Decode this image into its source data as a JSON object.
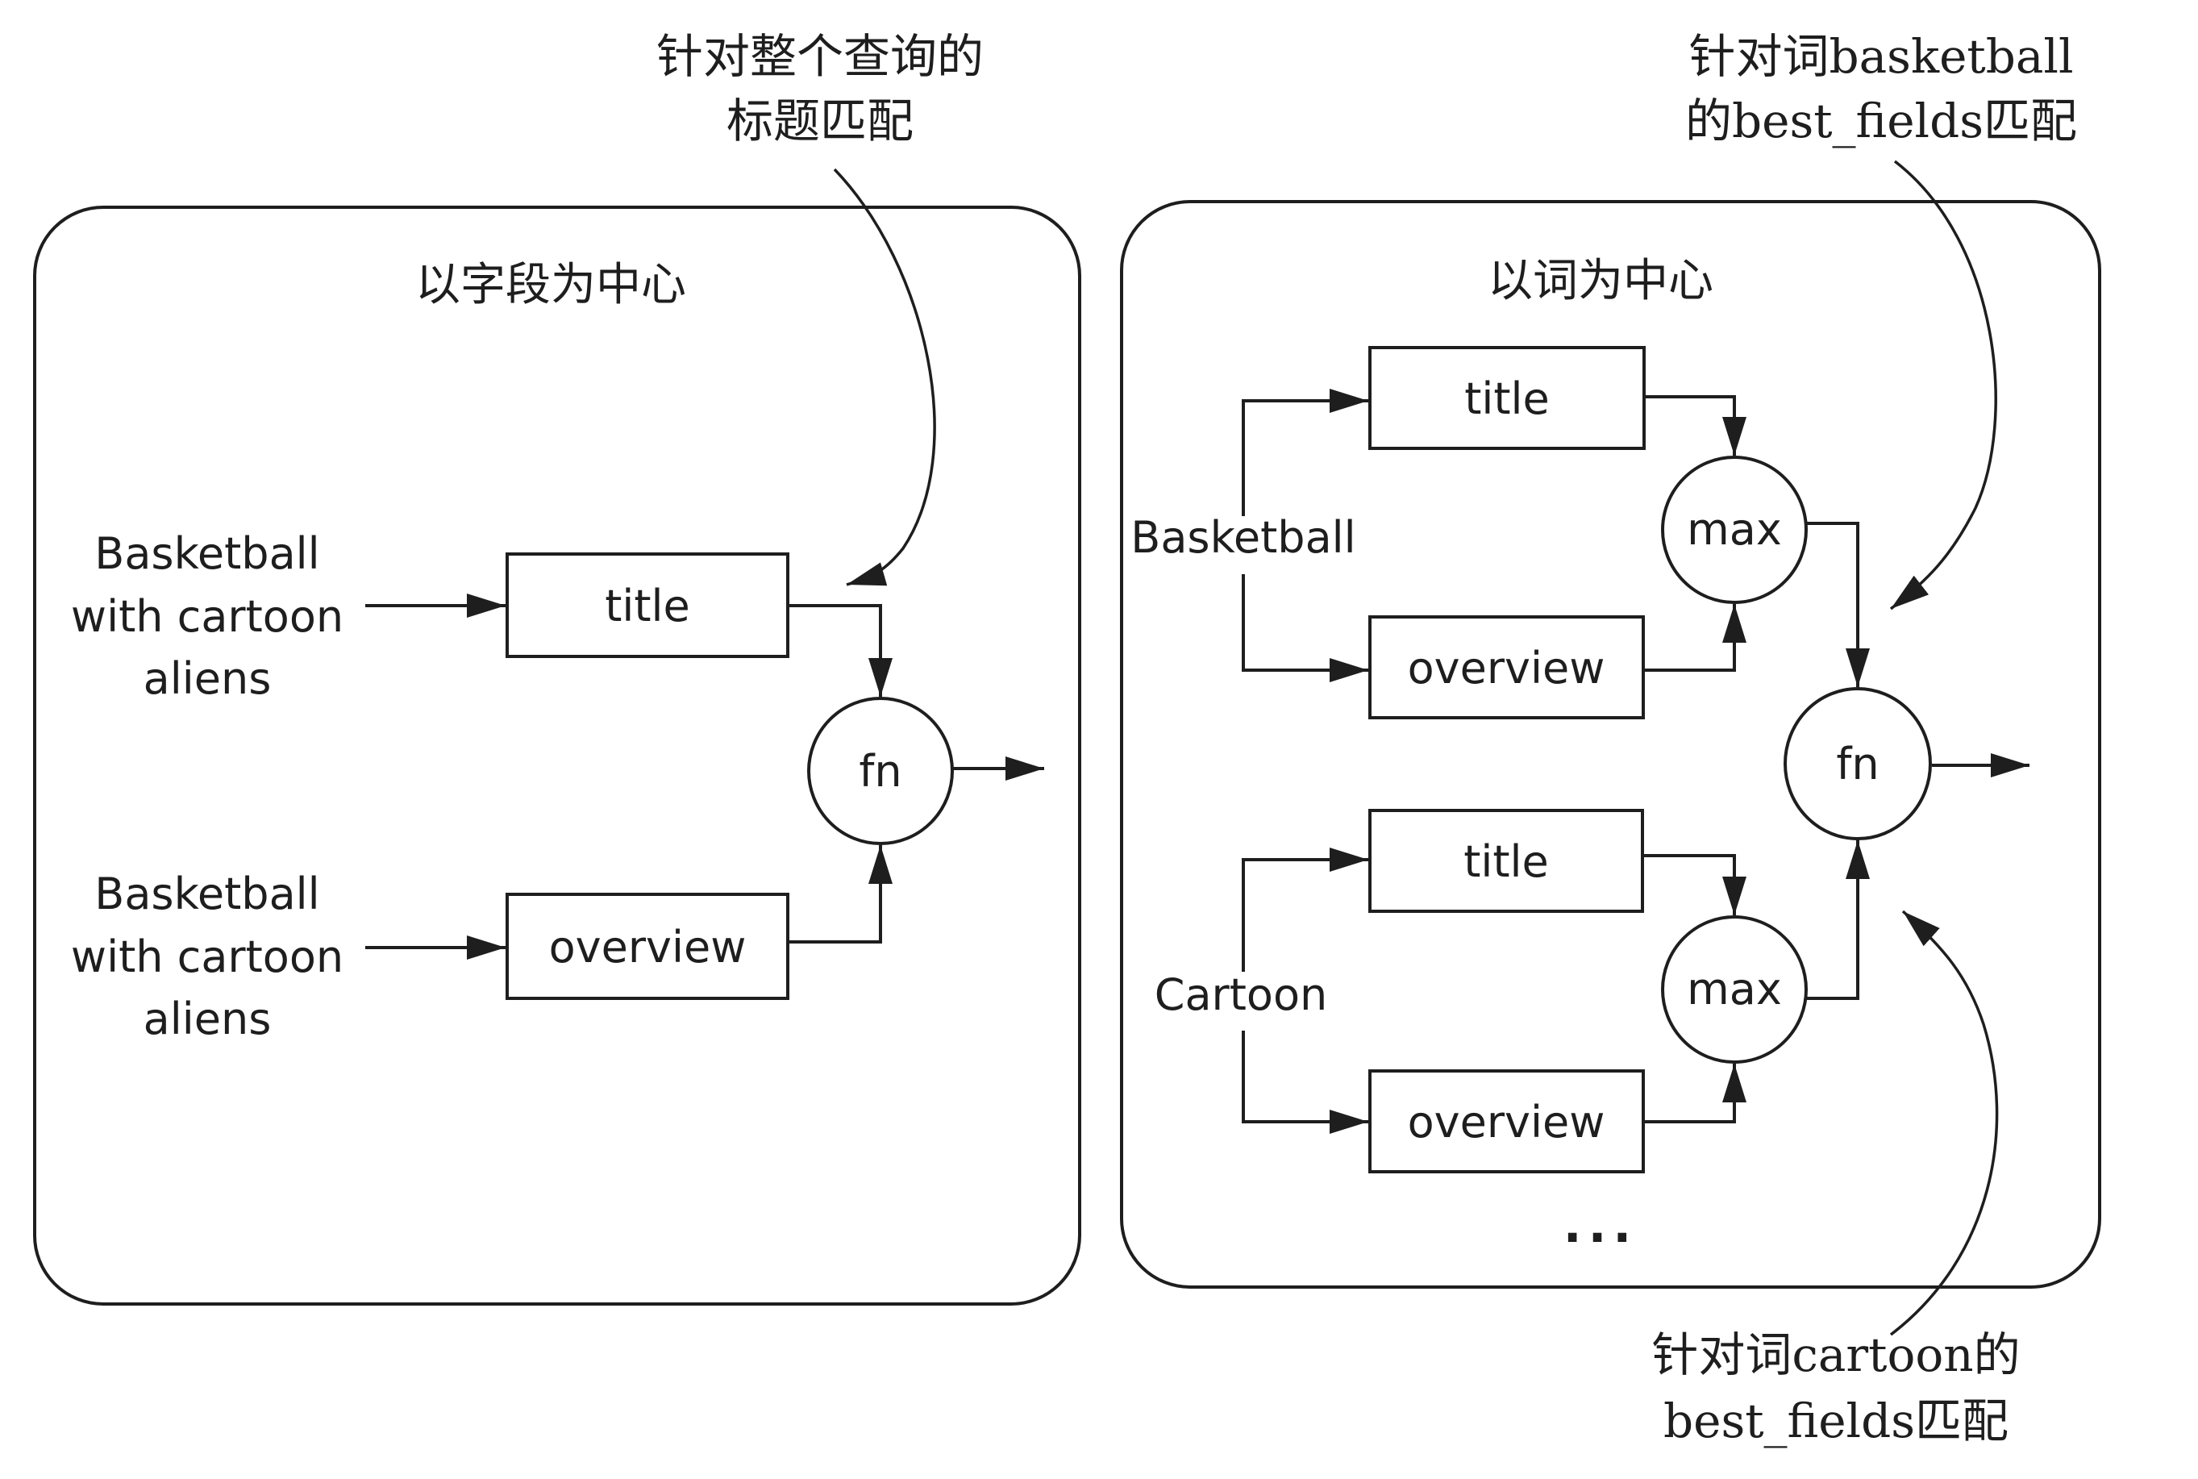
{
  "annotations": {
    "top_left": [
      "针对整个查询的",
      "标题匹配"
    ],
    "top_right": [
      "针对词basketball",
      "的best_fields匹配"
    ],
    "bottom_right": [
      "针对词cartoon的",
      "best_fields匹配"
    ]
  },
  "left_panel": {
    "title": "以字段为中心",
    "inputs": [
      [
        "Basketball",
        "with cartoon",
        "aliens"
      ],
      [
        "Basketball",
        "with cartoon",
        "aliens"
      ]
    ],
    "fields": [
      "title",
      "overview"
    ],
    "combiner": "fn"
  },
  "right_panel": {
    "title": "以词为中心",
    "terms": [
      {
        "term": "Basketball",
        "fields": [
          "title",
          "overview"
        ],
        "aggregator": "max"
      },
      {
        "term": "Cartoon",
        "fields": [
          "title",
          "overview"
        ],
        "aggregator": "max"
      }
    ],
    "combiner": "fn",
    "ellipsis": "..."
  },
  "colors": {
    "ink": "#1e1e1e",
    "background": "#ffffff"
  }
}
